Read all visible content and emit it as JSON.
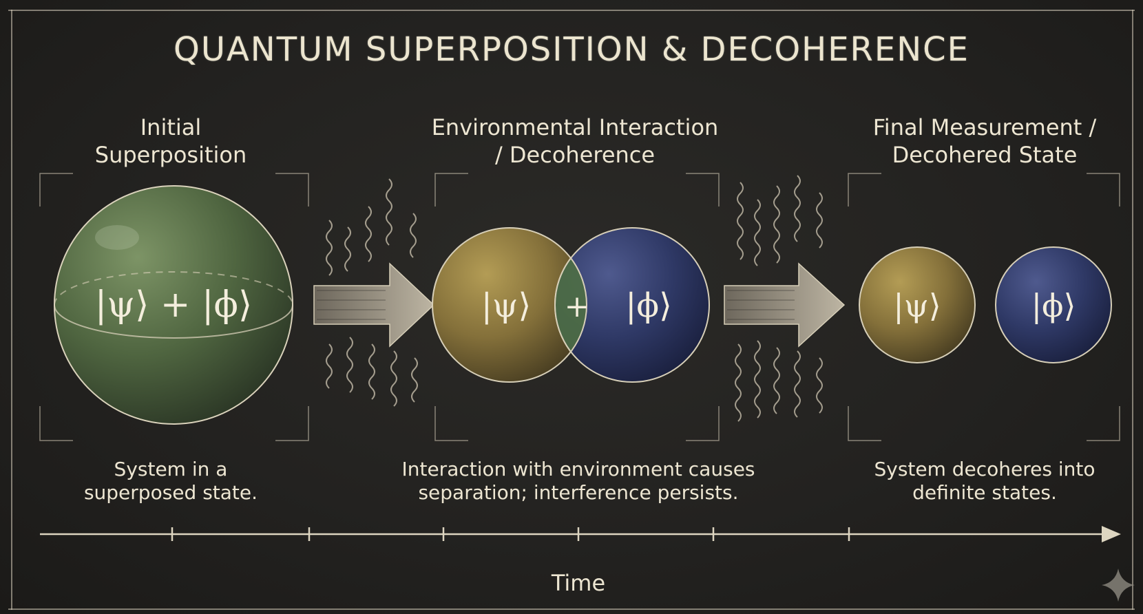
{
  "title": "QUANTUM SUPERPOSITION & DECOHERENCE",
  "stages": [
    {
      "label": "Initial\nSuperposition",
      "caption": "System in a\nsuperposed state.",
      "kets": [
        "|ψ⟩ + |ϕ⟩"
      ]
    },
    {
      "label": "Environmental Interaction\n/ Decoherence",
      "caption": "Interaction with environment causes\nseparation; interference persists.",
      "kets": [
        "|ψ⟩",
        "+",
        "|ϕ⟩"
      ]
    },
    {
      "label": "Final Measurement /\nDecohered State",
      "caption": "System decoheres into\ndefinite states.",
      "kets": [
        "|ψ⟩",
        "|ϕ⟩"
      ]
    }
  ],
  "timeline": {
    "label": "Time"
  },
  "colors": {
    "background": "#232220",
    "chalk": "#ede6d2",
    "green_sphere": "#5a7048",
    "gold_sphere": "#8c7a3a",
    "blue_sphere": "#2f3966",
    "overlap": "#4e6e44"
  },
  "icons": {
    "corner_mark": "sparkle-icon"
  }
}
